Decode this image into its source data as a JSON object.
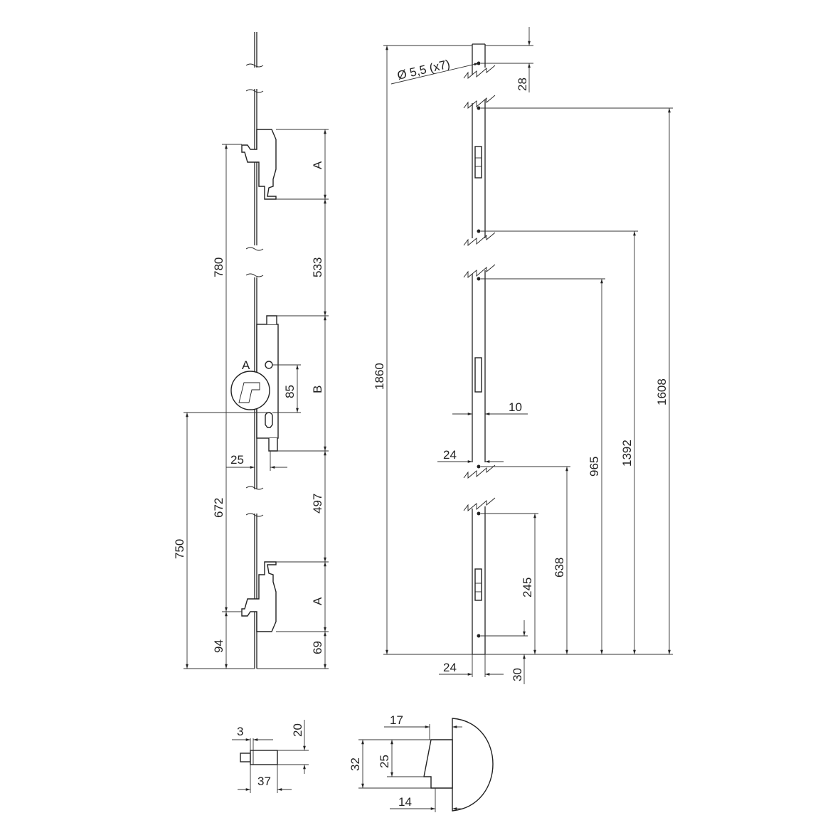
{
  "labels": {
    "hole_spec": "Ø 5,5 (x7)",
    "d_1860": "1860",
    "d_1608": "1608",
    "d_1392": "1392",
    "d_965": "965",
    "d_638": "638",
    "d_245": "245",
    "d_28": "28",
    "d_10": "10",
    "d_24a": "24",
    "d_24b": "24",
    "d_30": "30",
    "d_780": "780",
    "d_750": "750",
    "d_672": "672",
    "d_94": "94",
    "d_25": "25",
    "d_85": "85",
    "d_533": "533",
    "d_497": "497",
    "d_69": "69",
    "A_top": "A",
    "A_bottom": "A",
    "A_detail": "A",
    "B": "B",
    "d_3": "3",
    "d_20": "20",
    "d_37": "37",
    "d_17": "17",
    "d_25b": "25",
    "d_32": "32",
    "d_14": "14"
  }
}
